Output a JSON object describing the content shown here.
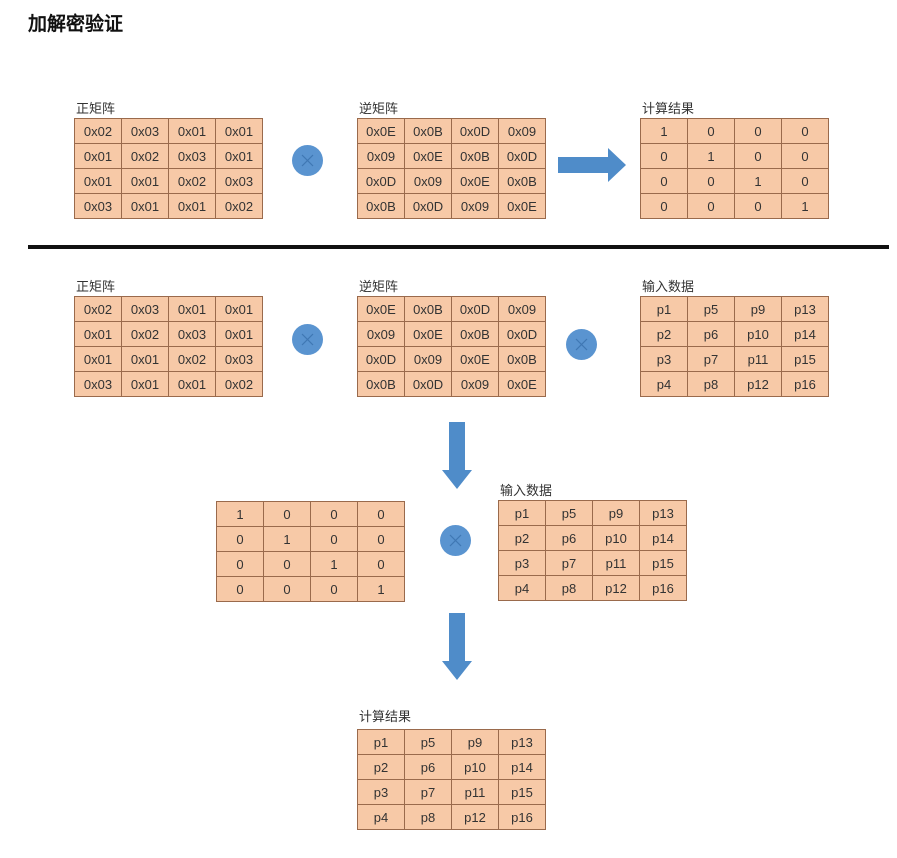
{
  "heading": "加解密验证",
  "top": {
    "forward_label": "正矩阵",
    "inverse_label": "逆矩阵",
    "result_label": "计算结果",
    "forward": [
      [
        "0x02",
        "0x03",
        "0x01",
        "0x01"
      ],
      [
        "0x01",
        "0x02",
        "0x03",
        "0x01"
      ],
      [
        "0x01",
        "0x01",
        "0x02",
        "0x03"
      ],
      [
        "0x03",
        "0x01",
        "0x01",
        "0x02"
      ]
    ],
    "inverse": [
      [
        "0x0E",
        "0x0B",
        "0x0D",
        "0x09"
      ],
      [
        "0x09",
        "0x0E",
        "0x0B",
        "0x0D"
      ],
      [
        "0x0D",
        "0x09",
        "0x0E",
        "0x0B"
      ],
      [
        "0x0B",
        "0x0D",
        "0x09",
        "0x0E"
      ]
    ],
    "result": [
      [
        "1",
        "0",
        "0",
        "0"
      ],
      [
        "0",
        "1",
        "0",
        "0"
      ],
      [
        "0",
        "0",
        "1",
        "0"
      ],
      [
        "0",
        "0",
        "0",
        "1"
      ]
    ]
  },
  "bottom": {
    "forward_label": "正矩阵",
    "inverse_label": "逆矩阵",
    "input_label": "输入数据",
    "input_label_2": "输入数据",
    "result_label": "计算结果",
    "forward": [
      [
        "0x02",
        "0x03",
        "0x01",
        "0x01"
      ],
      [
        "0x01",
        "0x02",
        "0x03",
        "0x01"
      ],
      [
        "0x01",
        "0x01",
        "0x02",
        "0x03"
      ],
      [
        "0x03",
        "0x01",
        "0x01",
        "0x02"
      ]
    ],
    "inverse": [
      [
        "0x0E",
        "0x0B",
        "0x0D",
        "0x09"
      ],
      [
        "0x09",
        "0x0E",
        "0x0B",
        "0x0D"
      ],
      [
        "0x0D",
        "0x09",
        "0x0E",
        "0x0B"
      ],
      [
        "0x0B",
        "0x0D",
        "0x09",
        "0x0E"
      ]
    ],
    "input": [
      [
        "p1",
        "p5",
        "p9",
        "p13"
      ],
      [
        "p2",
        "p6",
        "p10",
        "p14"
      ],
      [
        "p3",
        "p7",
        "p11",
        "p15"
      ],
      [
        "p4",
        "p8",
        "p12",
        "p16"
      ]
    ],
    "identity": [
      [
        "1",
        "0",
        "0",
        "0"
      ],
      [
        "0",
        "1",
        "0",
        "0"
      ],
      [
        "0",
        "0",
        "1",
        "0"
      ],
      [
        "0",
        "0",
        "0",
        "1"
      ]
    ],
    "input_2": [
      [
        "p1",
        "p5",
        "p9",
        "p13"
      ],
      [
        "p2",
        "p6",
        "p10",
        "p14"
      ],
      [
        "p3",
        "p7",
        "p11",
        "p15"
      ],
      [
        "p4",
        "p8",
        "p12",
        "p16"
      ]
    ],
    "result": [
      [
        "p1",
        "p5",
        "p9",
        "p13"
      ],
      [
        "p2",
        "p6",
        "p10",
        "p14"
      ],
      [
        "p3",
        "p7",
        "p11",
        "p15"
      ],
      [
        "p4",
        "p8",
        "p12",
        "p16"
      ]
    ]
  },
  "colors": {
    "cell_fill": "#f7c9a7",
    "cell_border": "#9a6a4c",
    "operator": "#5a94d0",
    "arrow": "#4f8cc9"
  },
  "icons": {
    "operator": "circled-times-icon",
    "arrow": "block-arrow-icon"
  }
}
